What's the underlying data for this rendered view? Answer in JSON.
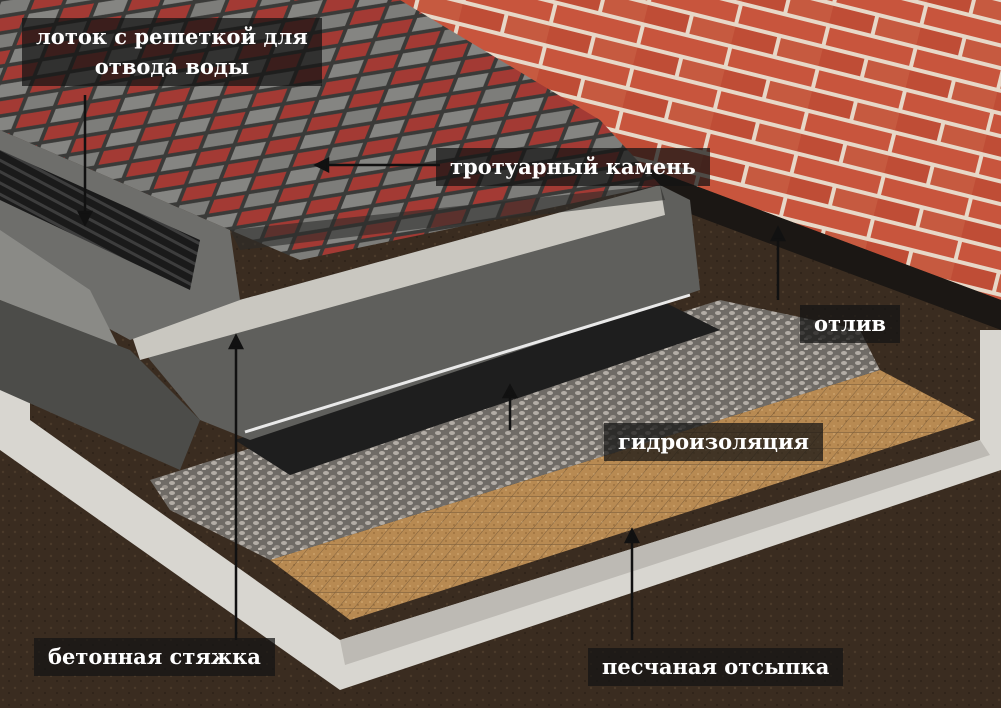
{
  "labels": {
    "drain_tray": {
      "line1": "лоток с решеткой для",
      "line2": "отвода воды"
    },
    "paving_stone": "тротуарный камень",
    "drip_edge": "отлив",
    "waterproofing": "гидроизоляция",
    "concrete_screed": "бетонная стяжка",
    "sand_bed": "песчаная отсыпка"
  },
  "colors": {
    "brick": "#c8553d",
    "paver_gray": "#7a7a78",
    "paver_red": "#a33a34",
    "concrete": "#b8b6b0",
    "gravel": "#8e8a84",
    "sand": "#b88a52",
    "soil": "#3a2c20",
    "membrane": "#1e1e1e",
    "label_bg": "#141414",
    "label_text": "#ffffff"
  }
}
